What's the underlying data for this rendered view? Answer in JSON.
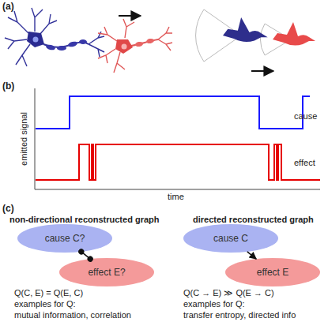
{
  "diagram": {
    "nodes": [
      {
        "text": [
          "cause C?"
        ]
      },
      {
        "text": [
          "effect E?"
        ]
      },
      {
        "text": [
          "cause C"
        ]
      },
      {
        "text": [
          "effect E"
        ]
      }
    ],
    "edges": [
      {
        "from": 0,
        "to": 1,
        "arrow": "none"
      },
      {
        "from": 2,
        "to": 3,
        "arrow": "to"
      }
    ],
    "labels": [
      "(a)",
      "(b)",
      "(c)",
      "emitted signal",
      "time",
      "cause",
      "effect",
      "non-directional reconstructed graph",
      "directed reconstructed graph",
      "Q(C, E) = Q(E, C)",
      "examples for Q:",
      "mutual information, correlation",
      "Q(C → E) ≫ Q(E → C)",
      "examples for Q:",
      "transfer entropy, directed info"
    ]
  }
}
